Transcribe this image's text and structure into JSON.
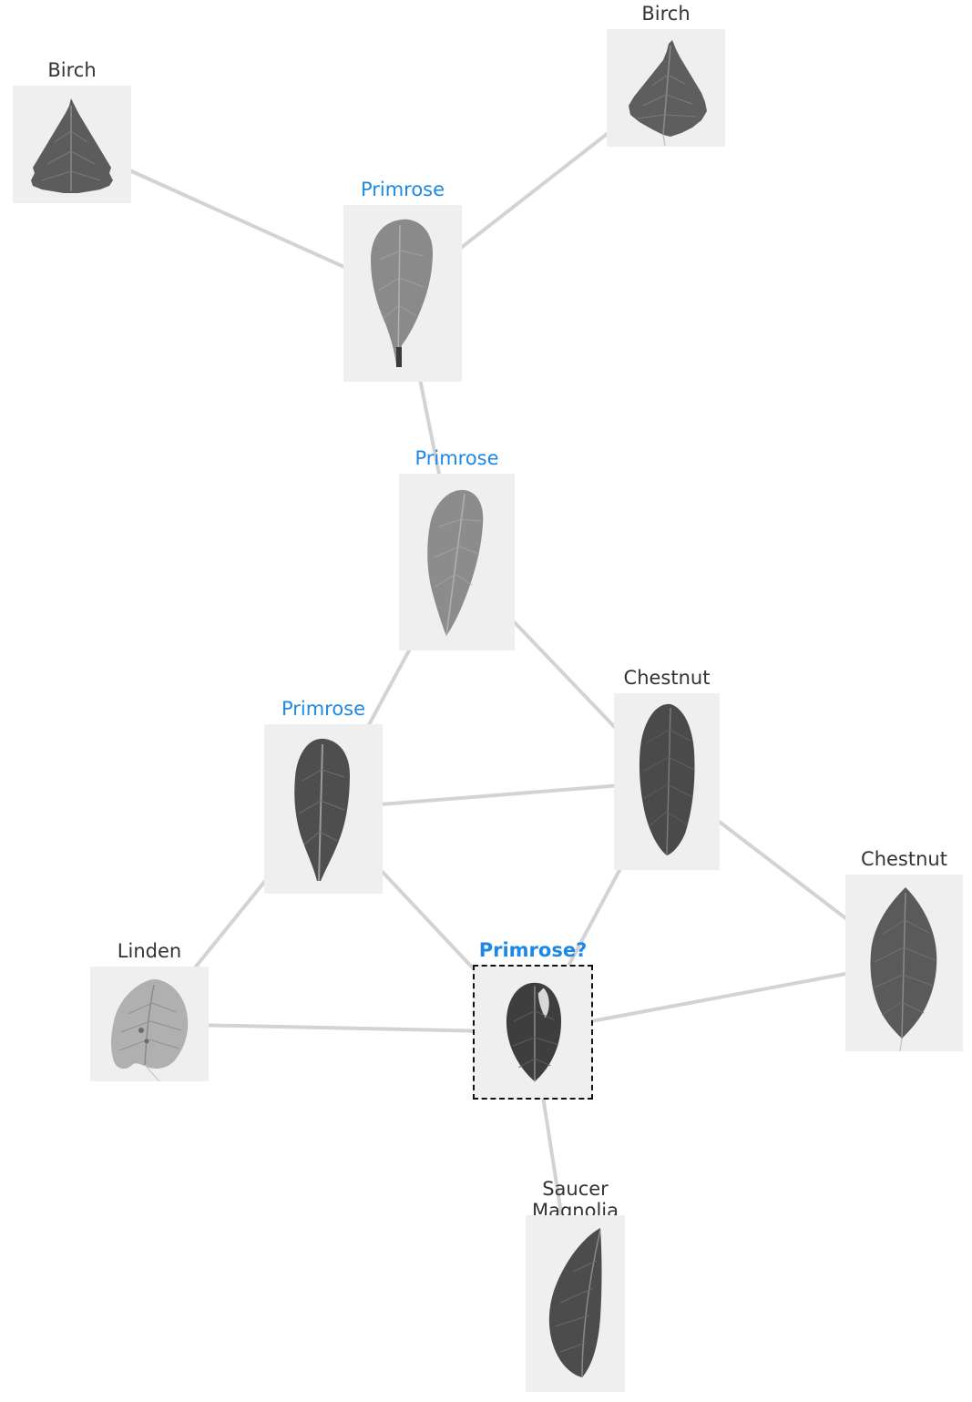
{
  "colors": {
    "edge": "#d3d3d3",
    "label_default": "#333333",
    "label_primrose": "#1e88e5",
    "thumb_background": "#efefef"
  },
  "nodes": {
    "birch_left": {
      "label": "Birch",
      "icon": "birch-leaf-icon"
    },
    "birch_right": {
      "label": "Birch",
      "icon": "birch-leaf-icon"
    },
    "primrose_top": {
      "label": "Primrose",
      "icon": "primrose-leaf-icon"
    },
    "primrose_mid": {
      "label": "Primrose",
      "icon": "primrose-leaf-icon"
    },
    "primrose_left": {
      "label": "Primrose",
      "icon": "primrose-leaf-icon"
    },
    "chestnut_mid": {
      "label": "Chestnut",
      "icon": "chestnut-leaf-icon"
    },
    "chestnut_right": {
      "label": "Chestnut",
      "icon": "chestnut-leaf-icon"
    },
    "linden": {
      "label": "Linden",
      "icon": "linden-leaf-icon"
    },
    "query": {
      "label": "Primrose?",
      "icon": "query-leaf-icon"
    },
    "saucer_magnolia": {
      "label": "Saucer\nMagnolia",
      "icon": "saucer-magnolia-leaf-icon"
    }
  },
  "edges": [
    [
      "birch_left",
      "primrose_top"
    ],
    [
      "birch_right",
      "primrose_top"
    ],
    [
      "primrose_top",
      "primrose_mid"
    ],
    [
      "primrose_mid",
      "primrose_left"
    ],
    [
      "primrose_mid",
      "chestnut_mid"
    ],
    [
      "primrose_left",
      "chestnut_mid"
    ],
    [
      "primrose_left",
      "linden"
    ],
    [
      "primrose_left",
      "query"
    ],
    [
      "chestnut_mid",
      "query"
    ],
    [
      "chestnut_mid",
      "chestnut_right"
    ],
    [
      "linden",
      "query"
    ],
    [
      "query",
      "chestnut_right"
    ],
    [
      "query",
      "saucer_magnolia"
    ]
  ]
}
